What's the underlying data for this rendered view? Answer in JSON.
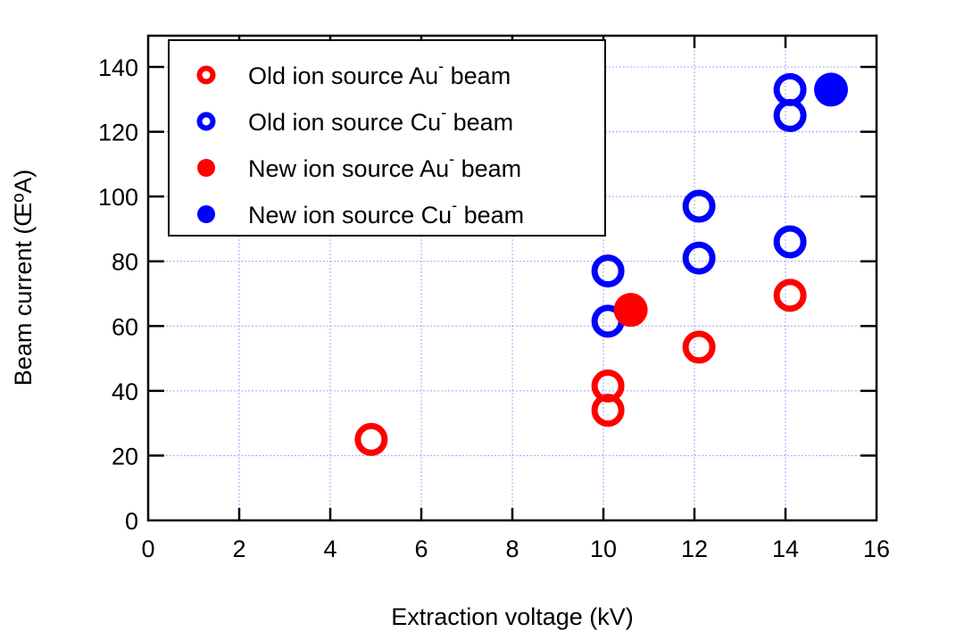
{
  "chart_data": {
    "type": "scatter",
    "title": "",
    "xlabel": "Extraction voltage (kV)",
    "ylabel": "Beam current (ŒºA)",
    "xlim": [
      0,
      16
    ],
    "ylim": [
      0,
      150
    ],
    "x_ticks": [
      0,
      2,
      4,
      6,
      8,
      10,
      12,
      14,
      16
    ],
    "y_ticks": [
      0,
      20,
      40,
      60,
      80,
      100,
      120,
      140
    ],
    "grid": true,
    "legend_position": "upper left",
    "series": [
      {
        "name": "Old ion source Au- beam",
        "label_main": "Old ion source Au",
        "label_sup": "-",
        "label_tail": " beam",
        "color": "#ff0000",
        "marker": "open-circle",
        "points": [
          [
            4.9,
            25
          ],
          [
            10.1,
            41.5
          ],
          [
            10.1,
            34
          ],
          [
            12.1,
            53.5
          ],
          [
            14.1,
            69.5
          ]
        ]
      },
      {
        "name": "Old ion source Cu- beam",
        "label_main": "Old ion source Cu",
        "label_sup": "-",
        "label_tail": " beam",
        "color": "#0000ff",
        "marker": "open-circle",
        "points": [
          [
            10.1,
            77
          ],
          [
            10.1,
            61.5
          ],
          [
            12.1,
            97
          ],
          [
            12.1,
            81
          ],
          [
            14.1,
            133
          ],
          [
            14.1,
            125
          ],
          [
            14.1,
            86
          ]
        ]
      },
      {
        "name": "New ion source Au- beam",
        "label_main": "New ion source Au",
        "label_sup": "-",
        "label_tail": " beam",
        "color": "#ff0000",
        "marker": "filled-circle",
        "points": [
          [
            10.6,
            65
          ]
        ]
      },
      {
        "name": "New ion source Cu- beam",
        "label_main": "New ion source Cu",
        "label_sup": "-",
        "label_tail": " beam",
        "color": "#0000ff",
        "marker": "filled-circle",
        "points": [
          [
            15.0,
            133
          ]
        ]
      }
    ]
  }
}
